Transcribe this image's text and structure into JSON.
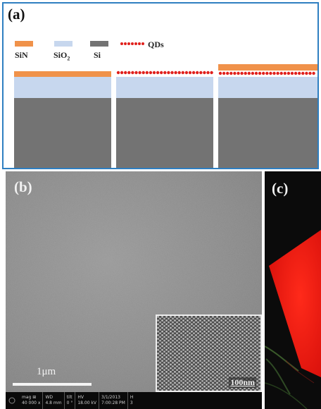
{
  "panel_a": {
    "label": "(a)",
    "legend": {
      "sin": "SiN",
      "sio2_main": "SiO",
      "sio2_sub": "2",
      "si": "Si",
      "qds": "QDs"
    },
    "colors": {
      "sin": "#f0924a",
      "sio2": "#c7d7ee",
      "si": "#737373",
      "qds": "#e0201c",
      "border": "#2f7fc1"
    }
  },
  "panel_b": {
    "label": "(b)",
    "scalebar": "1μm",
    "inset_scalebar": "100nm",
    "infobar": [
      {
        "h": "mag ⊞",
        "v": "40 000 x"
      },
      {
        "h": "WD",
        "v": "4.8 mm"
      },
      {
        "h": "tilt",
        "v": "0 °"
      },
      {
        "h": "HV",
        "v": "18.00 kV"
      },
      {
        "h": "3/1/2013",
        "v": "7:00:28 PM"
      },
      {
        "h": "H",
        "v": "3"
      }
    ]
  },
  "panel_c": {
    "label": "(c)",
    "colors": {
      "emission": "#ff1a12",
      "background": "#0b0b0b"
    }
  }
}
